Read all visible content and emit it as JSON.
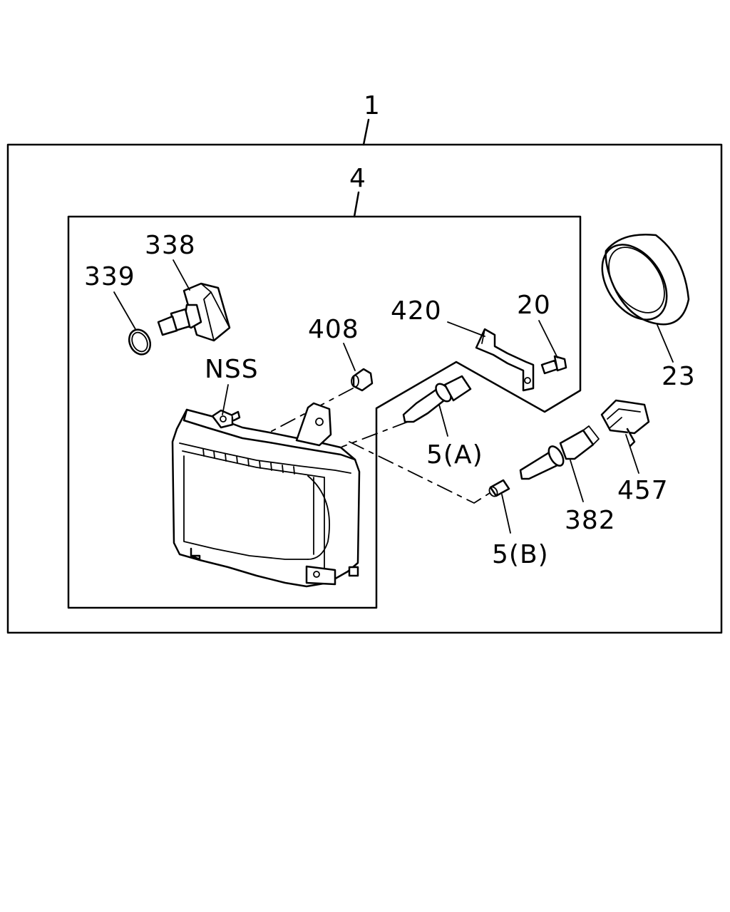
{
  "labels": {
    "assembly": "1",
    "unit": "4",
    "p338": "338",
    "p339": "339",
    "p408": "408",
    "nss": "NSS",
    "p420": "420",
    "p20": "20",
    "p23": "23",
    "p5a": "5(A)",
    "p5b": "5(B)",
    "p382": "382",
    "p457": "457"
  }
}
